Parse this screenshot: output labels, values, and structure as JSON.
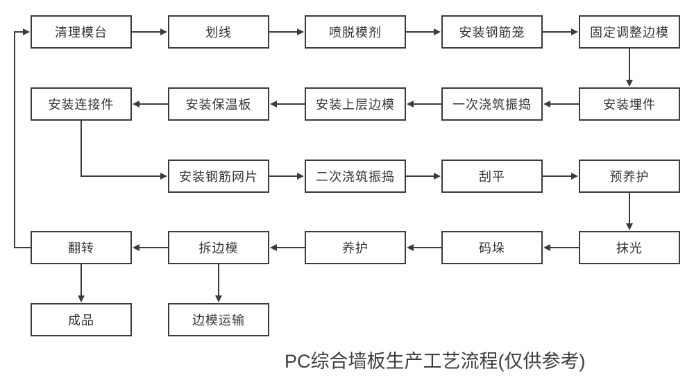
{
  "title": "PC综合墙板生产工艺流程(仅供参考)",
  "colors": {
    "line": "#363b44",
    "box_border": "#363b44",
    "box_fill": "#ffffff",
    "text": "#333333",
    "title_text": "#3d3d3d"
  },
  "nodes": [
    {
      "label": "清理模台"
    },
    {
      "label": "划线"
    },
    {
      "label": "喷脱模剂"
    },
    {
      "label": "安装钢筋笼"
    },
    {
      "label": "固定调整边模"
    },
    {
      "label": "安装埋件"
    },
    {
      "label": "一次浇筑振捣"
    },
    {
      "label": "安装上层边模"
    },
    {
      "label": "安装保温板"
    },
    {
      "label": "安装连接件"
    },
    {
      "label": "安装钢筋网片"
    },
    {
      "label": "二次浇筑振捣"
    },
    {
      "label": "刮平"
    },
    {
      "label": "预养护"
    },
    {
      "label": "抹光"
    },
    {
      "label": "码垛"
    },
    {
      "label": "养护"
    },
    {
      "label": "拆边模"
    },
    {
      "label": "翻转"
    },
    {
      "label": "成品"
    },
    {
      "label": "边模运输"
    }
  ],
  "edges": [
    {
      "from": "清理模台",
      "to": "划线"
    },
    {
      "from": "划线",
      "to": "喷脱模剂"
    },
    {
      "from": "喷脱模剂",
      "to": "安装钢筋笼"
    },
    {
      "from": "安装钢筋笼",
      "to": "固定调整边模"
    },
    {
      "from": "固定调整边模",
      "to": "安装埋件"
    },
    {
      "from": "安装埋件",
      "to": "一次浇筑振捣"
    },
    {
      "from": "一次浇筑振捣",
      "to": "安装上层边模"
    },
    {
      "from": "安装上层边模",
      "to": "安装保温板"
    },
    {
      "from": "安装保温板",
      "to": "安装连接件"
    },
    {
      "from": "安装连接件",
      "to": "安装钢筋网片"
    },
    {
      "from": "安装钢筋网片",
      "to": "二次浇筑振捣"
    },
    {
      "from": "二次浇筑振捣",
      "to": "刮平"
    },
    {
      "from": "刮平",
      "to": "预养护"
    },
    {
      "from": "预养护",
      "to": "抹光"
    },
    {
      "from": "抹光",
      "to": "码垛"
    },
    {
      "from": "码垛",
      "to": "养护"
    },
    {
      "from": "养护",
      "to": "拆边模"
    },
    {
      "from": "拆边模",
      "to": "翻转"
    },
    {
      "from": "翻转",
      "to": "成品"
    },
    {
      "from": "拆边模",
      "to": "边模运输"
    },
    {
      "from": "翻转",
      "to": "清理模台"
    }
  ]
}
